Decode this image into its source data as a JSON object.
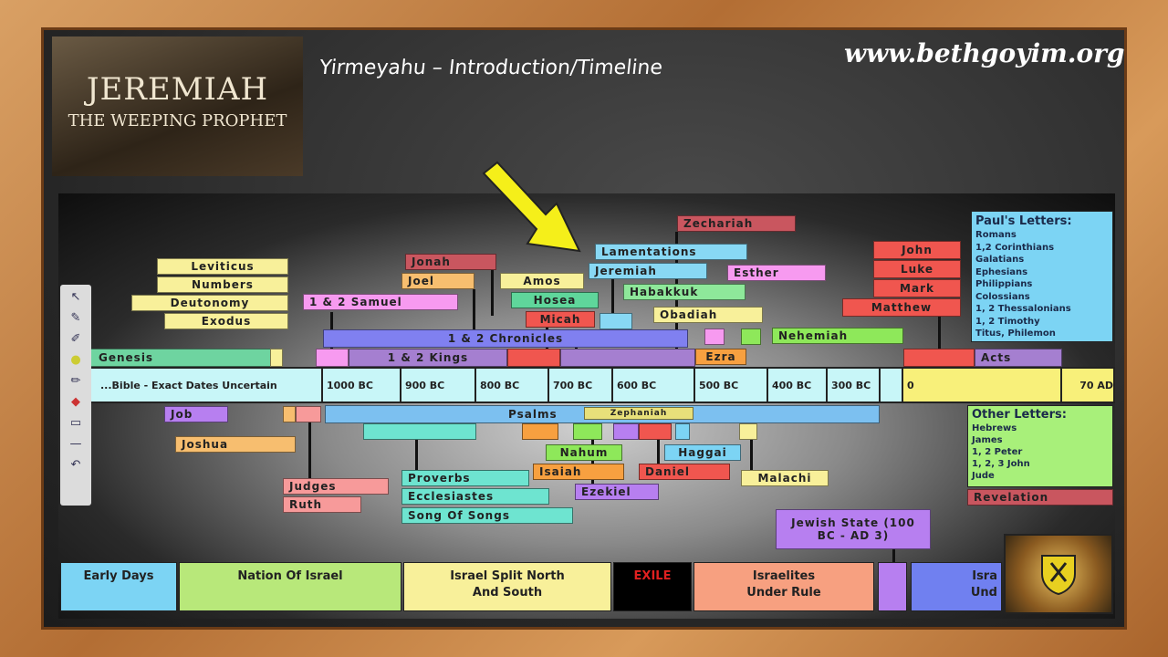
{
  "header": {
    "title": "Yirmeyahu – Introduction/Timeline",
    "url": "www.bethgoyim.org",
    "hero_title": "JEREMIAH",
    "hero_subtitle": "THE WEEPING PROPHET"
  },
  "books": {
    "leviticus": "Leviticus",
    "numbers": "Numbers",
    "deutonomy": "Deutonomy",
    "exodus": "Exodus",
    "genesis": "Genesis",
    "samuel": "1 & 2 Samuel",
    "jonah": "Jonah",
    "joel": "Joel",
    "amos": "Amos",
    "hosea": "Hosea",
    "micah": "Micah",
    "chronicles": "1 & 2 Chronicles",
    "kings": "1 & 2 Kings",
    "zechariah": "Zechariah",
    "lamentations": "Lamentations",
    "jeremiah": "Jeremiah",
    "esther": "Esther",
    "habakkuk": "Habakkuk",
    "obadiah": "Obadiah",
    "nehemiah": "Nehemiah",
    "ezra": "Ezra",
    "john": "John",
    "luke": "Luke",
    "mark": "Mark",
    "matthew": "Matthew",
    "acts": "Acts",
    "job": "Job",
    "psalms": "Psalms",
    "zephaniah": "Zephaniah",
    "joshua": "Joshua",
    "judges": "Judges",
    "ruth": "Ruth",
    "proverbs": "Proverbs",
    "ecclesiastes": "Ecclesiastes",
    "song": "Song Of Songs",
    "nahum": "Nahum",
    "isaiah": "Isaiah",
    "ezekiel": "Ezekiel",
    "haggai": "Haggai",
    "daniel": "Daniel",
    "malachi": "Malachi",
    "revelation": "Revelation",
    "jewish_state": "Jewish State (100 BC - AD 3)"
  },
  "pauls_letters": {
    "title": "Paul's Letters:",
    "items": [
      "Romans",
      "1,2 Corinthians",
      "Galatians",
      "Ephesians",
      "Philippians",
      "Colossians",
      "1, 2 Thessalonians",
      "1, 2 Timothy",
      "Titus, Philemon"
    ]
  },
  "other_letters": {
    "title": "Other Letters:",
    "items": [
      "Hebrews",
      "James",
      "1, 2 Peter",
      "1, 2, 3 John",
      "Jude"
    ]
  },
  "timeline": [
    "...Bible - Exact Dates Uncertain",
    "1000 BC",
    "900 BC",
    "800 BC",
    "700 BC",
    "600 BC",
    "500 BC",
    "400 BC",
    "300 BC",
    "",
    "0",
    "70 AD"
  ],
  "eras": [
    "Early Days",
    "Nation Of Israel",
    "Israel Split North\nAnd South",
    "EXILE",
    "Israelites\nUnder Rule",
    "",
    "Isra\nUnd"
  ]
}
